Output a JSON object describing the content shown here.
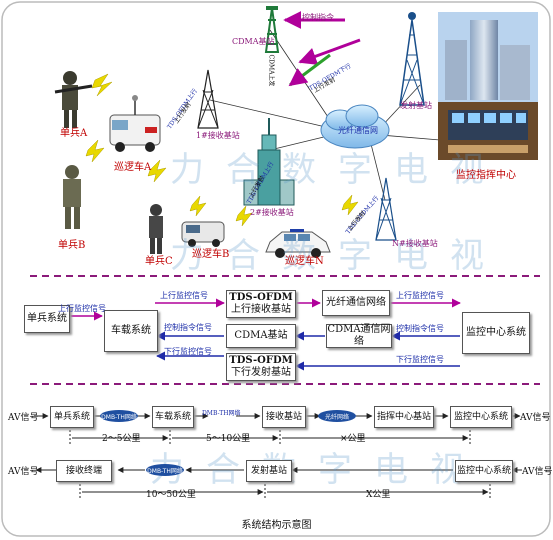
{
  "title": "系统结构示意图",
  "watermark": {
    "line1": "力合数字电视",
    "line2": "力合数字电视"
  },
  "scene": {
    "soldier_a": "单兵A",
    "soldier_b": "单兵B",
    "soldier_c": "单兵C",
    "car_a": "巡逻车A",
    "car_b": "巡逻车B",
    "car_n": "巡逻车N",
    "cdma_station": "CDMA基站",
    "control_cmd": "控制指令",
    "cdma_uplink": "CDMA上发",
    "tds_up_1": "TDS-OFDM上行",
    "tds_up_1b": "上行发射",
    "tds_down": "TDS-OFDM下行",
    "tds_down_b": "上行发射",
    "tds_up_2": "TDS-OFDM上行",
    "tds_up_2b": "上行发射",
    "tds_up_n": "TDS-OFDM上行",
    "tds_up_nb": "上行发射",
    "rx_station_1": "1#接收基站",
    "rx_station_2": "2#接收基站",
    "rx_station_n": "N#接收基站",
    "fiber_net": "光纤通信网",
    "tx_station": "发射基站",
    "center": "监控指挥中心"
  },
  "flow": {
    "soldier_system": "单兵系统",
    "vehicle_system": "车载系统",
    "tds_up_l1": "TDS-OFDM",
    "tds_up_l2": "上行接收基站",
    "fiber_network": "光纤通信网络",
    "cdma_station": "CDMA基站",
    "cdma_network": "CDMA通信网络",
    "tds_down_l1": "TDS-OFDM",
    "tds_down_l2": "下行发射基站",
    "center_system": "监控中心系统",
    "up_signal_1": "上行监控信号",
    "up_signal_2": "上行监控信号",
    "up_signal_3": "上行监控信号",
    "ctrl_signal_1": "控制指令信号",
    "ctrl_signal_2": "控制指令信号",
    "down_signal_1": "下行监控信号",
    "down_signal_2": "下行监控信号"
  },
  "chain": {
    "av_in": "AV信号",
    "soldier": "单兵系统",
    "dmb1": "DMB-TH网络",
    "vehicle": "车载系统",
    "dmb2": "DMB-TH网络",
    "rx_station": "接收基站",
    "fiber": "光纤网络",
    "command_station": "指挥中心基站",
    "center": "监控中心系统",
    "av_out": "AV信号",
    "dist1": "2～5公里",
    "dist2": "5～10公里",
    "dist3": "×公里",
    "av_out2": "AV信号",
    "rx_terminal": "接收终端",
    "dmb3": "DMB-TH网络",
    "tx_station": "发射基站",
    "center2": "监控中心系统",
    "av_in2": "AV信号",
    "dist4": "10～50公里",
    "dist5": "X公里"
  }
}
